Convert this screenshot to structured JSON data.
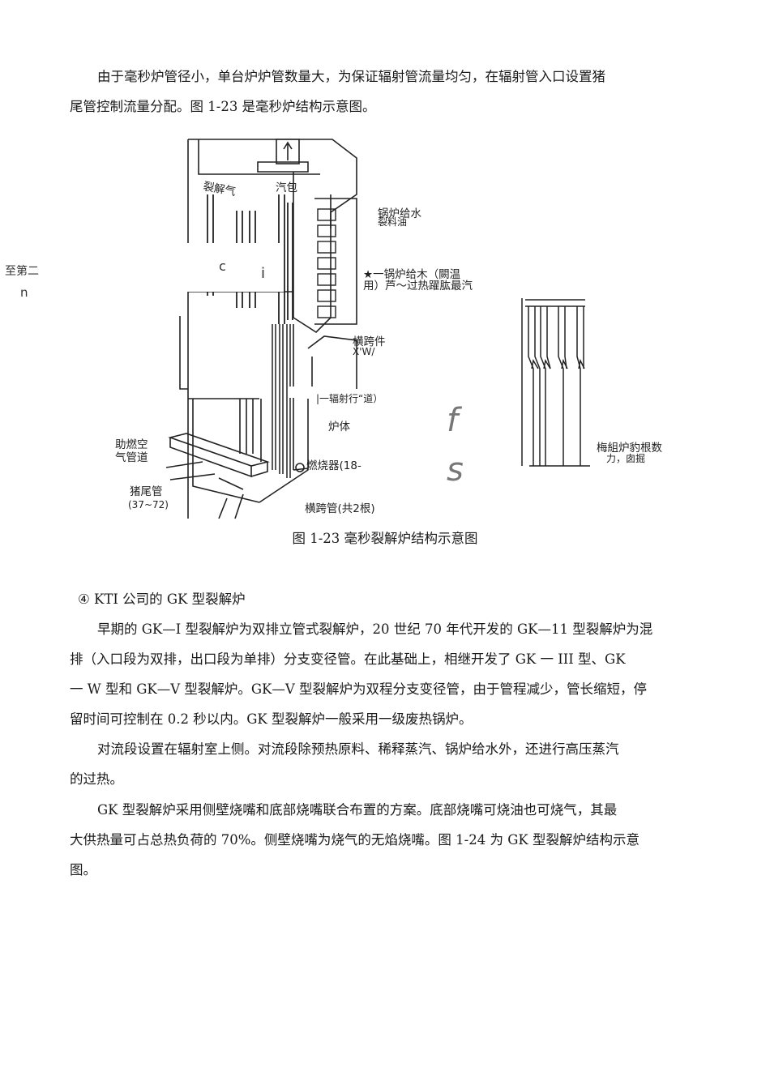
{
  "intro": {
    "line1": "由于毫秒炉管径小，单台炉炉管数量大，为保证辐射管流量均匀，在辐射管入口设置猪",
    "line2": "尾管控制流量分配。图 1-23 是毫秒炉结构示意图。"
  },
  "side_text": {
    "a": "至第二",
    "b": "n"
  },
  "figure": {
    "labels": {
      "cracked_gas": "裂解气",
      "steam_drum": "汽包",
      "boiler_feed_water": "锅炉给水",
      "feed_oil": "裂料油",
      "boiler_feed_wood": "★一锅炉给木（闕温",
      "superheat_steam": "用）芦～过热躍肱最汽",
      "crossover": "横跨件",
      "crossover_sub": "X'W/",
      "radiant_pass": "|一辐射行“道）",
      "furnace_body": "炉体",
      "combustion_air_1": "助燃空",
      "combustion_air_2": "气管道",
      "burner": "燃烧器(18-",
      "pigtail": "猪尾管",
      "pigtail_count": "(37~72)",
      "crossover_pipe": "横跨管(共2根)",
      "tube_count_1": "梅組炉豹根数",
      "tube_count_2": "力，囱掘",
      "fs_f": "f",
      "fs_s": "s",
      "mid_c": "c",
      "mid_i": "i"
    },
    "caption": "图 1-23 毫秒裂解炉结构示意图"
  },
  "section": {
    "heading": "④ KTI 公司的 GK 型裂解炉",
    "para1": [
      "早期的 GK—I 型裂解炉为双排立管式裂解炉，20 世纪 70 年代开发的 GK—11 型裂解炉为混",
      "排（入口段为双排，出口段为单排）分支变径管。在此基础上，相继开发了 GK 一 III 型、GK",
      "一 W 型和 GK—V 型裂解炉。GK—V 型裂解炉为双程分支变径管，由于管程减少，管长缩短，停",
      "留时间可控制在 0.2 秒以内。GK 型裂解炉一般采用一级废热锅炉。"
    ],
    "para2": [
      "对流段设置在辐射室上侧。对流段除预热原料、稀释蒸汽、锅炉给水外，还进行高压蒸汽",
      "的过热。"
    ],
    "para3": [
      "GK 型裂解炉采用侧壁烧嘴和底部烧嘴联合布置的方案。底部烧嘴可烧油也可烧气，其最",
      "大供热量可占总热负荷的 70%。侧壁烧嘴为烧气的无焰烧嘴。图 1-24 为 GK 型裂解炉结构示意",
      "图。"
    ]
  }
}
